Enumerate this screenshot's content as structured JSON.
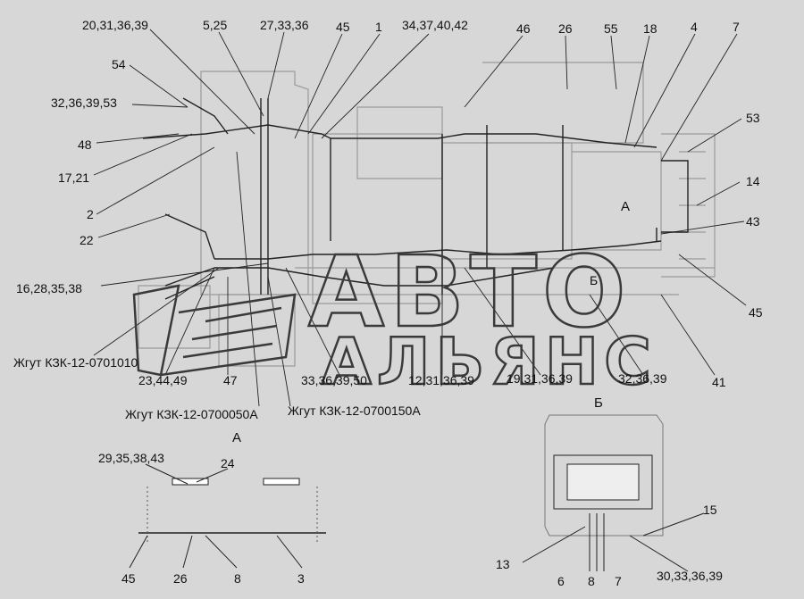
{
  "labels": {
    "l_20_31_36_39": "20,31,36,39",
    "l_5_25": "5,25",
    "l_27_33_36": "27,33,36",
    "l_45_top": "45",
    "l_1": "1",
    "l_34_37_40_42": "34,37,40,42",
    "l_46": "46",
    "l_26_top": "26",
    "l_55": "55",
    "l_18": "18",
    "l_4": "4",
    "l_7_top": "7",
    "l_54": "54",
    "l_32_36_39_53": "32,36,39,53",
    "l_48": "48",
    "l_17_21": "17,21",
    "l_2": "2",
    "l_22": "22",
    "l_16_28_35_38": "16,28,35,38",
    "l_53": "53",
    "l_14": "14",
    "l_43": "43",
    "l_45_right": "45",
    "l_41": "41",
    "l_harness_0701010": "Жгут КЗК-12-0701010",
    "l_23_44_49": "23,44,49",
    "l_47": "47",
    "l_33_36_39_50": "33,36,39,50",
    "l_12_31_36_39": "12,31,36,39",
    "l_19_31_36_39": "19,31,36,39",
    "l_32_36_39": "32,36,39",
    "l_harness_0700050A": "Жгут КЗК-12-0700050А",
    "l_harness_0700150A": "Жгут КЗК-12-0700150А",
    "l_view_A_marker": "А",
    "l_view_B_marker": "Б",
    "l_section_A": "А",
    "l_section_B": "Б",
    "l_29_35_38_43": "29,35,38,43",
    "l_24": "24",
    "l_45_bottom": "45",
    "l_26_bottom": "26",
    "l_8_bottom": "8",
    "l_3": "3",
    "l_15": "15",
    "l_13": "13",
    "l_6": "6",
    "l_8_B": "8",
    "l_7_B": "7",
    "l_30_33_36_39": "30,33,36,39"
  },
  "watermark": {
    "line1": "АВТО",
    "line2": "АЛЬЯНС"
  },
  "colors": {
    "background": "#d7d7d7",
    "line": "#222222",
    "faint": "#9a9a9a"
  }
}
